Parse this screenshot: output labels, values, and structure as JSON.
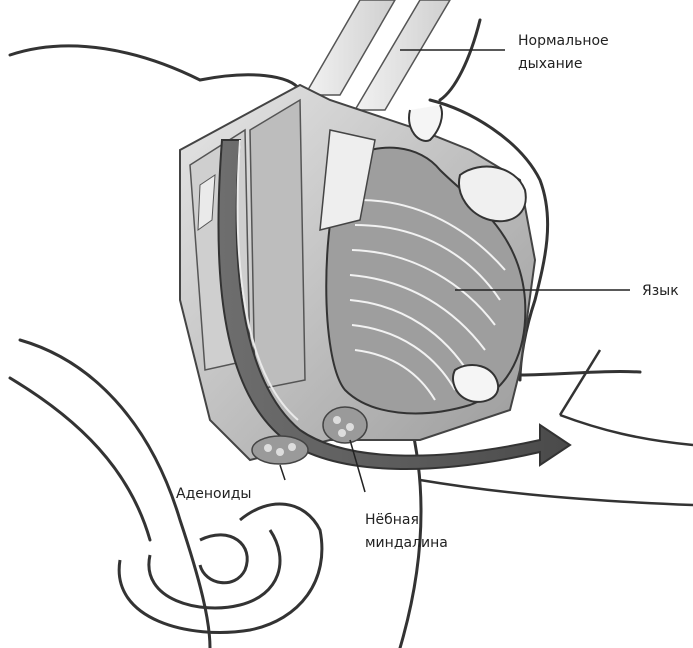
{
  "labels": {
    "normal_breathing_line1": "Нормальное",
    "normal_breathing_line2": "дыхание",
    "tongue": "Язык",
    "adenoids": "Аденоиды",
    "tonsil_line1": "Нёбная",
    "tonsil_line2": "миндалина"
  },
  "colors": {
    "tissue_light": "#d9d9d9",
    "tissue_mid": "#b3b3b3",
    "tissue_dark": "#7a7a7a",
    "airway": "#5a5a5a",
    "outline": "#333333"
  }
}
